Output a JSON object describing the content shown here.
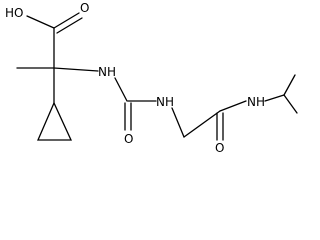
{
  "molecule": {
    "atoms": {
      "hydroxyl": "HO",
      "carboxyl_oxygen": "O",
      "amine_nh_left": "NH",
      "urea_nh": "NH",
      "urea_oxygen": "O",
      "amide_oxygen": "O",
      "amide_nh": "NH"
    },
    "colors": {
      "bond": "#000000",
      "label": "#000000",
      "background": "#ffffff"
    }
  }
}
